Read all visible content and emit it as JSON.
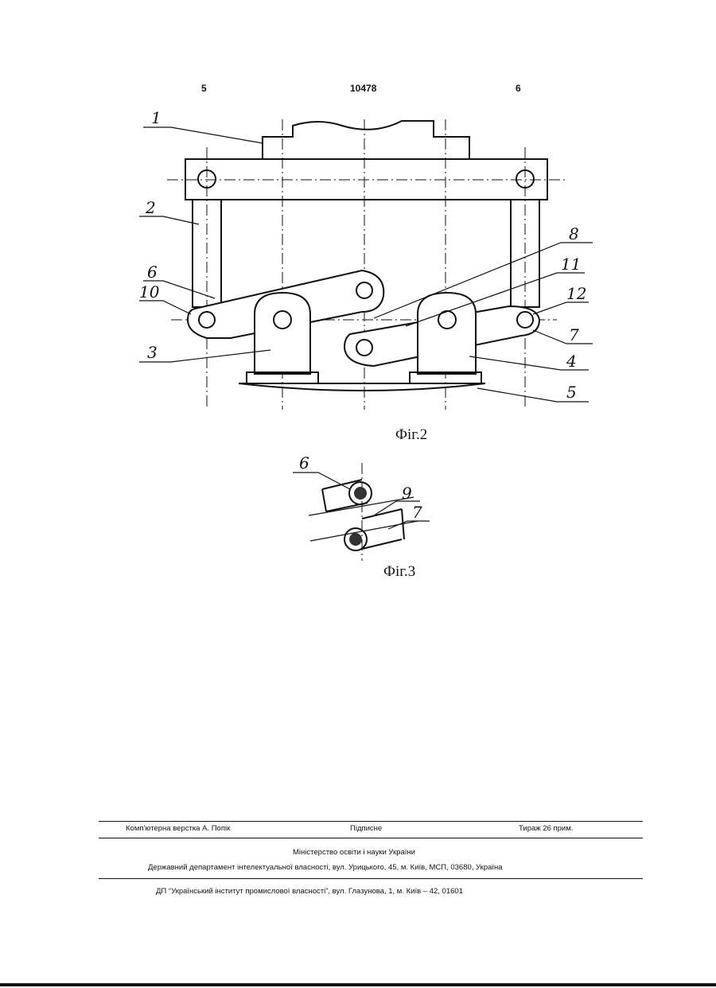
{
  "header": {
    "page_left": "5",
    "patent_number": "10478",
    "page_right": "6"
  },
  "figure2": {
    "caption": "Фіг.2",
    "callouts": [
      "1",
      "2",
      "6",
      "10",
      "3",
      "8",
      "11",
      "12",
      "7",
      "4",
      "5"
    ]
  },
  "figure3": {
    "caption": "Фіг.3",
    "callouts": [
      "6",
      "9",
      "7"
    ]
  },
  "footer": {
    "typesetting": "Комп'ютерна верстка А. Попік",
    "signed": "Підписне",
    "circulation": "Тираж 26 прим.",
    "ministry": "Міністерство освіти і науки України",
    "department": "Державний департамент інтелектуальної власності, вул. Урицького, 45, м. Київ, МСП, 03680, Україна",
    "institute": "ДП “Український інститут промислової власності”, вул. Глазунова, 1, м. Київ – 42, 01601"
  }
}
